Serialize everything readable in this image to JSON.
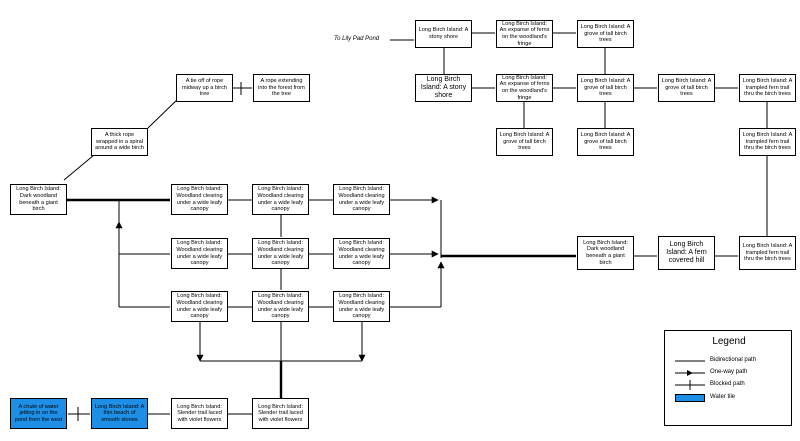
{
  "rooms": {
    "r01": "Long Birch Island: A stony shore",
    "r02": "Long Birch Island: An expanse of ferns on the woodland's fringe",
    "r03": "Long Birch Island: A grove of tall birch trees",
    "r04": "Long Birch Island: A stony shore",
    "r05": "Long Birch Island: An expanse of ferns on the woodland's fringe",
    "r06": "Long Birch Island: A grove of tall birch trees",
    "r07": "Long Birch Island: A grove of tall birch trees",
    "r08": "Long Birch Island: A trampled fern trail thru the birch trees",
    "r09": "Long Birch Island: A grove of tall birch trees",
    "r10": "Long Birch Island: A grove of tall birch trees",
    "r11": "Long Birch Island: A trampled fern trail thru the birch trees",
    "r12": "A tie off of rope midway up a birch tree",
    "r13": "A rope extending into the forest from the tree",
    "r14": "A thick rope wrapped in a spiral around a wide birch",
    "r15": "Long Birch Island: Dark woodland beneath a giant birch",
    "r16": "Long Birch Island: Woodland clearing under a wide leafy canopy",
    "r17": "Long Birch Island: Woodland clearing under a wide leafy canopy",
    "r18": "Long Birch Island: Woodland clearing under a wide leafy canopy",
    "r19": "Long Birch Island: Woodland clearing under a wide leafy canopy",
    "r20": "Long Birch Island: Woodland clearing under a wide leafy canopy",
    "r21": "Long Birch Island: Woodland clearing under a wide leafy canopy",
    "r22": "Long Birch Island: Woodland clearing under a wide leafy canopy",
    "r23": "Long Birch Island: Woodland clearing under a wide leafy canopy",
    "r24": "Long Birch Island: Woodland clearing under a wide leafy canopy",
    "r25": "Long Birch Island: Dark woodland beneath a giant birch",
    "r26": "Long Birch Island: A fern covered hill",
    "r27": "Long Birch Island: A trampled fern trail thru the birch trees",
    "r28": "A chute of water jetting in on the pond from the west",
    "r29": "Long Birch Island: A thin beach of smooth stones",
    "r30": "Long Birch Island: Slender trail laced with violet flowers",
    "r31": "Long Birch Island: Slender trail laced with violet flowers"
  },
  "exit_label": "To Lily Pad Pond",
  "legend": {
    "title": "Legend",
    "bidirectional": "Bidirectional path",
    "oneway": "One-way path",
    "blocked": "Blocked path",
    "water": "Water tile"
  },
  "colors": {
    "water": "#1e8fe6",
    "line": "#000000"
  }
}
